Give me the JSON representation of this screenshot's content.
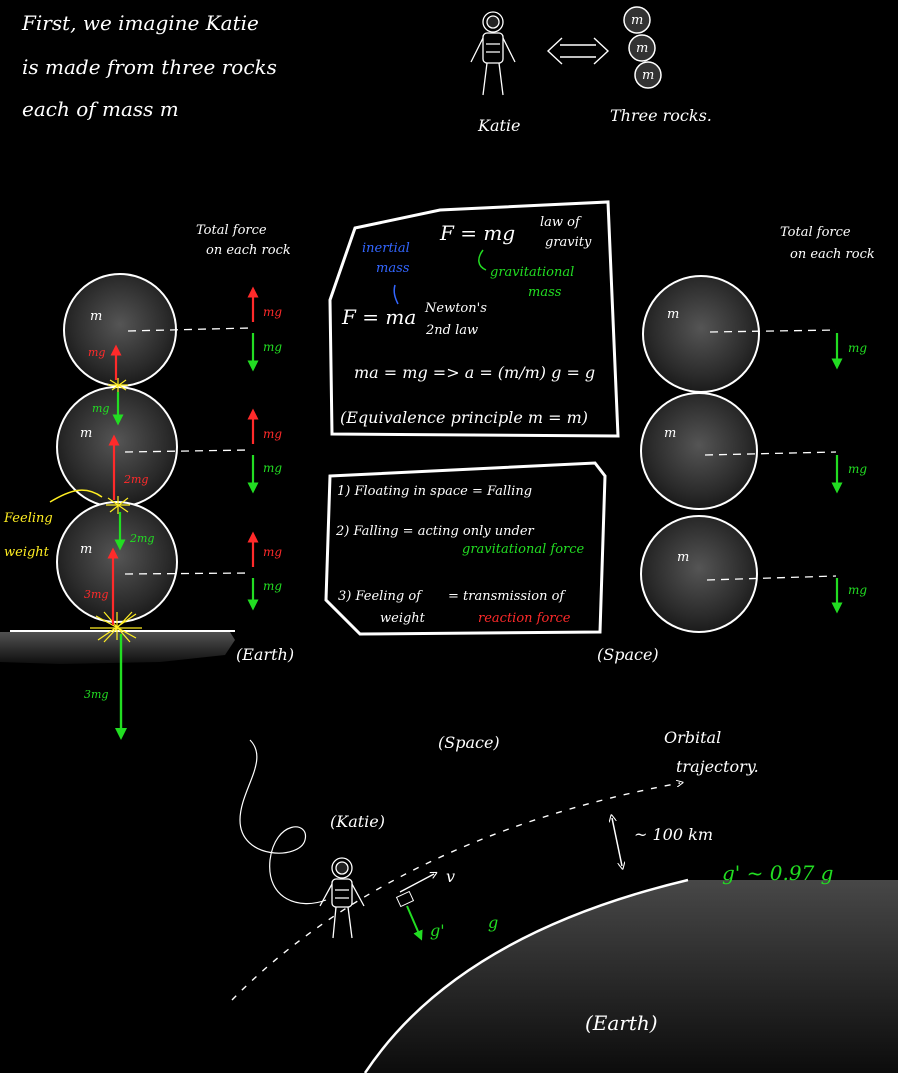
{
  "intro": {
    "line1": "First, we imagine Katie",
    "line2": "is made from three rocks",
    "line3": "each of mass m"
  },
  "katie_label": "Katie",
  "three_rocks_label": "Three rocks.",
  "rock_letter": "m",
  "total_force": {
    "line1": "Total force",
    "line2": "on each rock"
  },
  "forces": {
    "mg": "mg",
    "two_mg": "2mg",
    "three_mg": "3mg"
  },
  "feeling_weight": {
    "line1": "Feeling",
    "line2": "weight"
  },
  "labels": {
    "earth": "(Earth)",
    "space": "(Space)",
    "katie_paren": "(Katie)",
    "earth_bottom": "(Earth)"
  },
  "box1": {
    "inertial": {
      "line1": "inertial",
      "line2": "mass"
    },
    "gravitational": {
      "line1": "gravitational",
      "line2": "mass"
    },
    "law_gravity": {
      "line1": "law of",
      "line2": "gravity"
    },
    "newton": {
      "line1": "Newton's",
      "line2": "2nd law"
    },
    "eq_gravity": "F = mg",
    "eq_newton": "F = ma",
    "eq_combined": "ma = mg => a = (m/m) g = g",
    "equivalence": "(Equivalence principle  m = m)"
  },
  "box2": {
    "item1": "1) Floating in space = Falling",
    "item2_a": "2) Falling = acting only under",
    "item2_b": "gravitational force",
    "item3_a": "3) Feeling of",
    "item3_b": "weight",
    "item3_c": "= transmission of",
    "item3_d": "reaction force"
  },
  "orbit": {
    "label_line1": "Orbital",
    "label_line2": "trajectory.",
    "height": "~ 100 km",
    "g_prime": "g' ~ 0.97 g",
    "v": "v",
    "g_prime_short": "g'",
    "g_short": "g"
  },
  "colors": {
    "red": "#ff2a2a",
    "green": "#22dd22",
    "blue": "#3366ff",
    "yellow": "#ffee22",
    "white": "#ffffff"
  }
}
